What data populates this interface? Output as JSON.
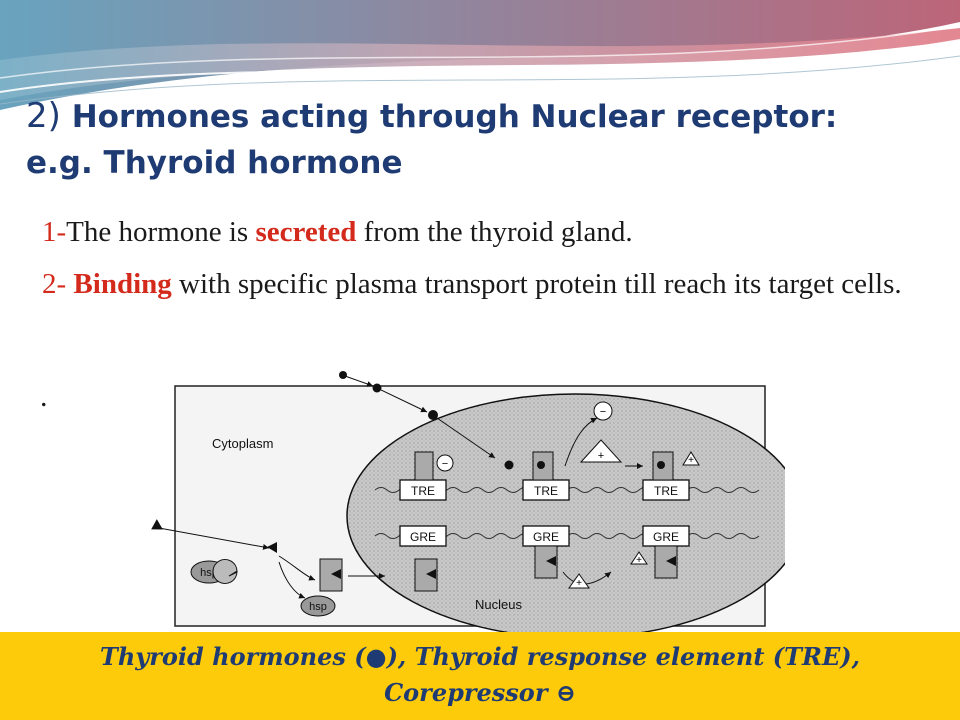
{
  "slide": {
    "title": {
      "number": "2)",
      "line1": "Hormones acting through Nuclear receptor:",
      "line2": "e.g. Thyroid hormone"
    },
    "bullets": [
      {
        "index": "1-",
        "before": "The hormone is ",
        "keyword": "secreted",
        "after": " from the thyroid gland."
      },
      {
        "index": "2-",
        "before": " ",
        "keyword": "Binding",
        "after": " with specific plasma transport protein till reach its target cells."
      }
    ],
    "dot": ".",
    "figure": {
      "cytoplasm_label": "Cytoplasm",
      "nucleus_label": "Nucleus",
      "tre_label": "TRE",
      "gre_label": "GRE",
      "hsp_label": "hsp",
      "minus_sign": "−",
      "plus_sign": "+"
    },
    "caption": {
      "line1": "Thyroid hormones (●), Thyroid response element (TRE),",
      "line2": "Corepressor ⊖"
    },
    "colors": {
      "title": "#1f3b73",
      "accent_red": "#d42a1c",
      "footer_yellow": "#fecb0a"
    }
  }
}
